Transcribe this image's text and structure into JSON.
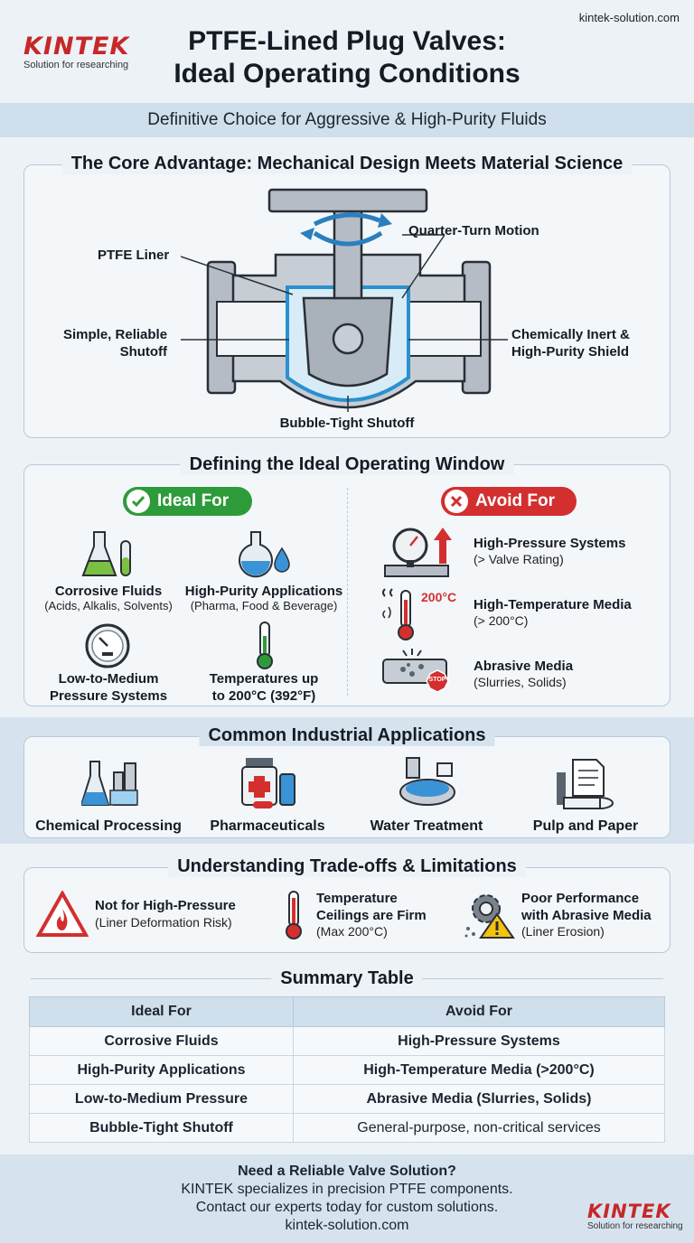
{
  "header": {
    "url": "kintek-solution.com",
    "logo_word": "KINTEK",
    "logo_tagline": "Solution for researching",
    "title_line1": "PTFE-Lined Plug Valves:",
    "title_line2": "Ideal Operating Conditions",
    "subtitle": "Definitive Choice for Aggressive & High-Purity Fluids"
  },
  "core": {
    "title": "The Core Advantage: Mechanical Design Meets Material Science",
    "callouts": {
      "liner": "PTFE Liner",
      "quarter_turn": "Quarter-Turn Motion",
      "shutoff_line1": "Simple, Reliable",
      "shutoff_line2": "Shutoff",
      "inert_line1": "Chemically Inert &",
      "inert_line2": "High-Purity Shield",
      "bubble": "Bubble-Tight Shutoff"
    }
  },
  "window": {
    "title": "Defining the Ideal Operating Window",
    "ideal_label": "Ideal For",
    "avoid_label": "Avoid For",
    "ideal_items": [
      {
        "title": "Corrosive Fluids",
        "note": "(Acids, Alkalis, Solvents)"
      },
      {
        "title": "High-Purity Applications",
        "note": "(Pharma, Food & Beverage)"
      },
      {
        "title_line1": "Low-to-Medium",
        "title_line2": "Pressure Systems"
      },
      {
        "title_line1": "Temperatures up",
        "title_line2": "to 200°C (392°F)"
      }
    ],
    "avoid_items": [
      {
        "title": "High-Pressure Systems",
        "note": "(> Valve Rating)"
      },
      {
        "title": "High-Temperature Media",
        "note": "(> 200°C)",
        "badge": "200°C"
      },
      {
        "title": "Abrasive Media",
        "note": "(Slurries, Solids)",
        "badge": "STOP"
      }
    ]
  },
  "applications": {
    "title": "Common Industrial Applications",
    "items": [
      "Chemical Processing",
      "Pharmaceuticals",
      "Water Treatment",
      "Pulp and Paper"
    ]
  },
  "tradeoffs": {
    "title": "Understanding Trade-offs & Limitations",
    "items": [
      {
        "line1": "Not for High-Pressure",
        "note": "(Liner Deformation Risk)"
      },
      {
        "line1": "Temperature",
        "line2": "Ceilings are Firm",
        "note": "(Max 200°C)"
      },
      {
        "line1": "Poor Performance",
        "line2": "with Abrasive Media",
        "note": "(Liner Erosion)"
      }
    ]
  },
  "summary": {
    "title": "Summary Table",
    "headers": [
      "Ideal For",
      "Avoid For"
    ],
    "rows": [
      [
        "Corrosive Fluids",
        "High-Pressure Systems"
      ],
      [
        "High-Purity Applications",
        "High-Temperature Media (>200°C)"
      ],
      [
        "Low-to-Medium Pressure",
        "Abrasive Media (Slurries, Solids)"
      ],
      [
        "Bubble-Tight Shutoff",
        "General-purpose, non-critical services"
      ]
    ]
  },
  "footer": {
    "heading": "Need a Reliable Valve Solution?",
    "line1": "KINTEK specializes in precision PTFE components.",
    "line2": "Contact our experts today for custom solutions.",
    "url": "kintek-solution.com"
  },
  "colors": {
    "brand_red": "#c62828",
    "ideal_green": "#2e9b3a",
    "avoid_red": "#d32f2f",
    "panel_border": "#b9c9d8",
    "band_blue": "#d6e3ee"
  }
}
